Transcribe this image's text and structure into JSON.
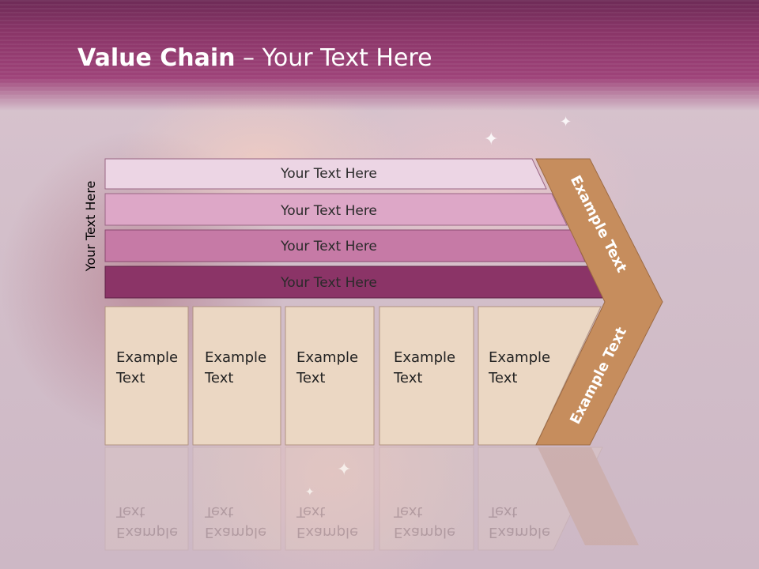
{
  "title": {
    "bold": "Value Chain",
    "rest": " – Your Text Here"
  },
  "side_label": "Your Text Here",
  "bars": [
    {
      "label": "Your Text Here",
      "color": "#ecd5e4"
    },
    {
      "label": "Your Text Here",
      "color": "#dda7c7"
    },
    {
      "label": "Your Text Here",
      "color": "#c67aa6"
    },
    {
      "label": "Your Text Here",
      "color": "#8b3467"
    }
  ],
  "columns": [
    {
      "line1": "Example",
      "line2": "Text"
    },
    {
      "line1": "Example",
      "line2": "Text"
    },
    {
      "line1": "Example",
      "line2": "Text"
    },
    {
      "line1": "Example",
      "line2": "Text"
    },
    {
      "line1": "Example",
      "line2": "Text"
    }
  ],
  "chevron": {
    "upper_label": "Example Text",
    "lower_label": "Example Text",
    "color": "#c68d5d"
  },
  "colors": {
    "column_fill": "#ebd7c3",
    "header": "#8a3568"
  }
}
